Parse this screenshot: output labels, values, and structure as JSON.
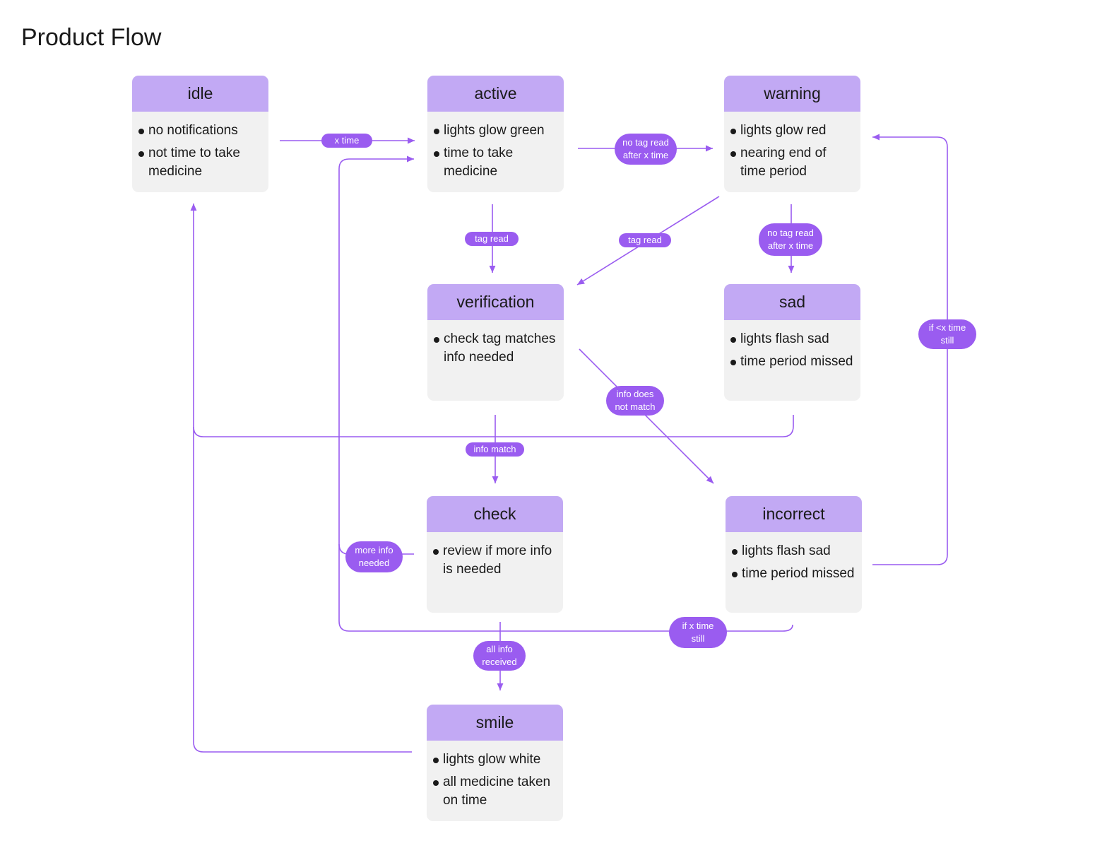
{
  "title": "Product Flow",
  "colors": {
    "header": "#c2a9f4",
    "card": "#f1f1f1",
    "line": "#9a5cf0",
    "pill": "#9a5cf0"
  },
  "nodes": {
    "idle": {
      "title": "idle",
      "items": [
        "no notifications",
        "not time to take medicine"
      ]
    },
    "active": {
      "title": "active",
      "items": [
        "lights glow green",
        "time to take medicine"
      ]
    },
    "warning": {
      "title": "warning",
      "items": [
        "lights glow red",
        "nearing end of time period"
      ]
    },
    "verification": {
      "title": "verification",
      "items": [
        "check tag matches info needed"
      ]
    },
    "sad": {
      "title": "sad",
      "items": [
        "lights flash sad",
        "time period missed"
      ]
    },
    "check": {
      "title": "check",
      "items": [
        "review if more info is needed"
      ]
    },
    "incorrect": {
      "title": "incorrect",
      "items": [
        "lights flash sad",
        "time period missed"
      ]
    },
    "smile": {
      "title": "smile",
      "items": [
        "lights glow white",
        "all medicine taken on time"
      ]
    }
  },
  "edges": {
    "idle_to_active": "x time",
    "active_to_warning": "no tag read\nafter x time",
    "active_to_verification": "tag read",
    "warning_to_verification": "tag read",
    "warning_to_sad": "no tag read\nafter x time",
    "incorrect_to_warning": "if <x time\nstill",
    "verification_to_incorrect": "info does\nnot match",
    "verification_to_check": "info match",
    "check_to_active": "more info\nneeded",
    "check_to_smile": "all info\nreceived",
    "incorrect_to_active": "if x time\nstill"
  }
}
